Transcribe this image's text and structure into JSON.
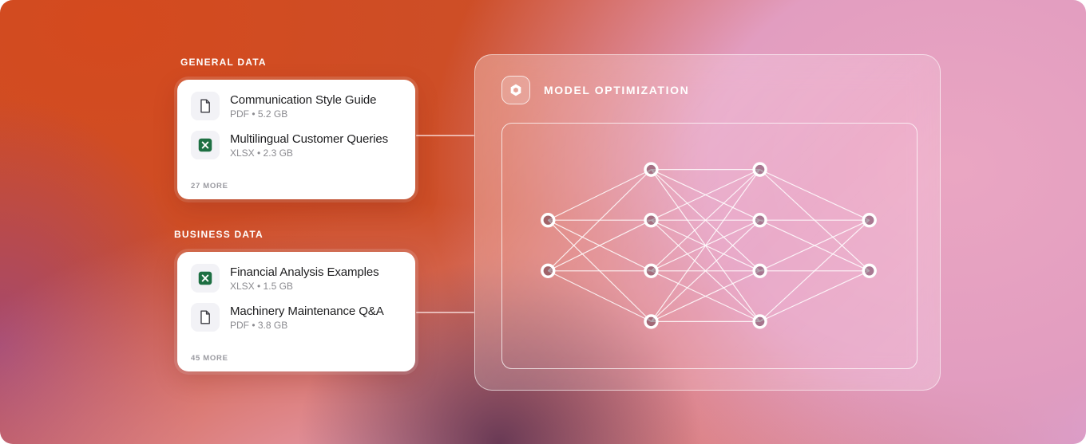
{
  "left": {
    "sections": [
      {
        "label": "GENERAL DATA",
        "more": "27 MORE",
        "items": [
          {
            "title": "Communication Style Guide",
            "meta": "PDF • 5.2 GB",
            "icon": "pdf-file-icon"
          },
          {
            "title": "Multilingual Customer Queries",
            "meta": "XLSX • 2.3 GB",
            "icon": "excel-file-icon"
          }
        ]
      },
      {
        "label": "BUSINESS DATA",
        "more": "45 MORE",
        "items": [
          {
            "title": "Financial Analysis Examples",
            "meta": "XLSX • 1.5 GB",
            "icon": "excel-file-icon"
          },
          {
            "title": "Machinery Maintenance Q&A",
            "meta": "PDF • 3.8 GB",
            "icon": "pdf-file-icon"
          }
        ]
      }
    ]
  },
  "panel": {
    "title": "MODEL OPTIMIZATION",
    "icon": "hexagon-icon"
  },
  "network": {
    "type": "neural-network",
    "layers": [
      2,
      4,
      4,
      2
    ]
  },
  "colors": {
    "background_orange": "#cd4e27",
    "background_pink": "#e8a3bf",
    "background_lavender": "#cfa7e8",
    "excel_green": "#1d6f42",
    "card_background": "#ffffff",
    "label_white": "#ffffff"
  }
}
